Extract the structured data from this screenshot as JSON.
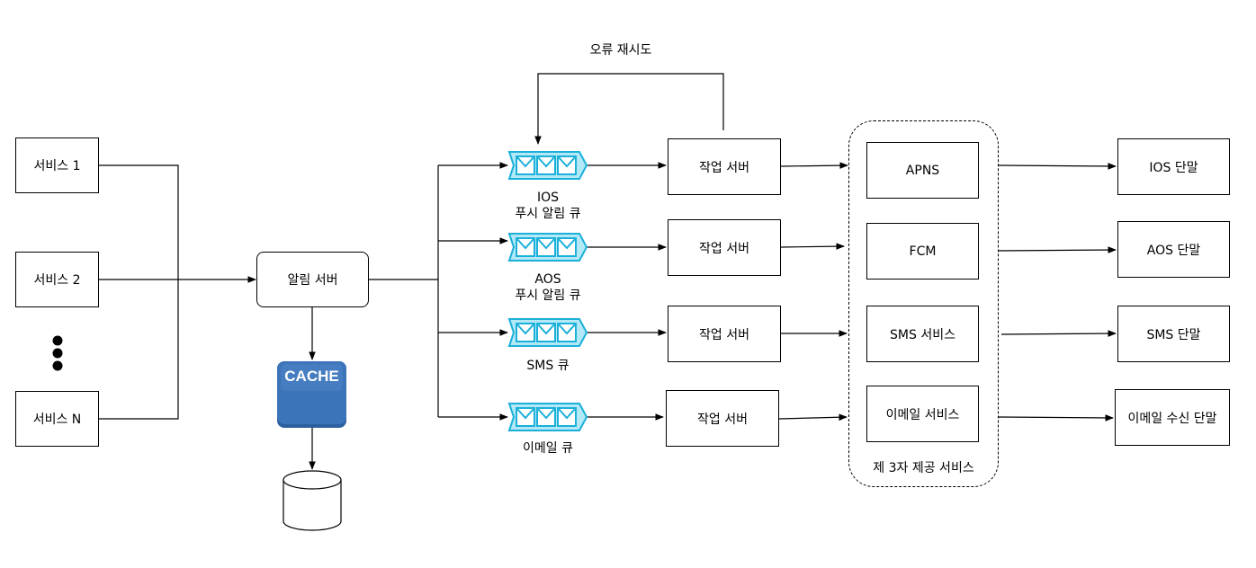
{
  "services": {
    "s1": "서비스 1",
    "s2": "서비스 2",
    "sn": "서비스 N"
  },
  "notification_server": "알림 서버",
  "cache_label": "CACHE",
  "retry_label": "오류 재시도",
  "queues": {
    "ios": [
      "IOS",
      "푸시 알림 큐"
    ],
    "aos": [
      "AOS",
      "푸시 알림 큐"
    ],
    "sms": "SMS 큐",
    "email": "이메일 큐"
  },
  "workers": [
    "작업 서버",
    "작업 서버",
    "작업 서버",
    "작업 서버"
  ],
  "third_party": {
    "title": "제 3자 제공 서비스",
    "items": [
      "APNS",
      "FCM",
      "SMS 서비스",
      "이메일 서비스"
    ]
  },
  "devices": [
    "IOS 단말",
    "AOS 단말",
    "SMS 단말",
    "이메일 수신 단말"
  ],
  "colors": {
    "queue_fill": "#b3e9f7",
    "queue_stroke": "#1ab0d9",
    "cache_fill": "#3b74b9"
  }
}
